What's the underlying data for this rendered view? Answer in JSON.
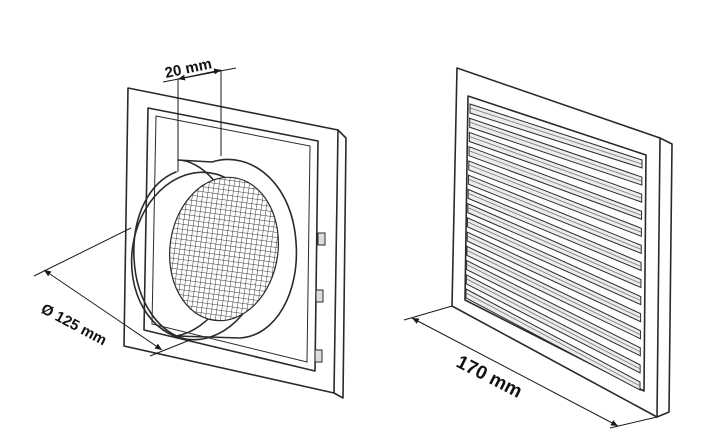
{
  "labels": {
    "mesh_depth": "20 mm",
    "duct_diameter": "Ø 125 mm",
    "grille_width": "170 mm"
  },
  "colors": {
    "line": "#2a2a2a",
    "shade": "#d9d9d9",
    "background": "#ffffff"
  },
  "icons": [
    "arrowhead-icon"
  ]
}
